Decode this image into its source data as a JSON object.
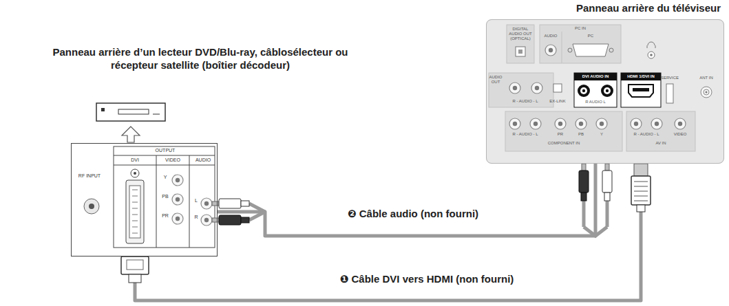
{
  "diagram": {
    "nodes": [
      {
        "text": [
          "Panneau arrière d’un lecteur DVD/Blu-ray, câblosélecteur ou récepteur satellite (boîtier décodeur)"
        ]
      },
      {
        "text": [
          "Panneau arrière du téléviseur"
        ]
      }
    ],
    "edges": [
      {
        "from": 0,
        "to": 1,
        "arrow": "none",
        "label": "❶ Câble DVI vers HDMI (non fourni)"
      },
      {
        "from": 0,
        "to": 1,
        "arrow": "none",
        "label": "❷ Câble audio (non fourni)"
      }
    ],
    "labels": [
      "RF INPUT",
      "OUTPUT",
      "DVI",
      "VIDEO",
      "AUDIO",
      "Y",
      "PB",
      "PR",
      "L",
      "R",
      "DIGITAL AUDIO OUT (OPTICAL)",
      "PC IN",
      "AUDIO",
      "PC",
      "AUDIO OUT",
      "R - AUDIO - L",
      "EX-LINK",
      "DVI AUDIO IN",
      "R AUDIO L",
      "HDMI 1/DVI IN",
      "SERVICE",
      "ANT IN",
      "R - AUDIO - L",
      "PR",
      "PB",
      "Y",
      "COMPONENT IN",
      "R - AUDIO - L",
      "VIDEO",
      "AV IN"
    ]
  }
}
